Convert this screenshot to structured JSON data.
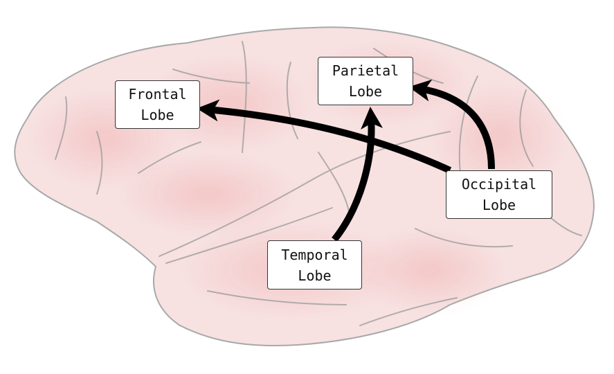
{
  "lobes": {
    "frontal": {
      "line1": "Frontal",
      "line2": "Lobe"
    },
    "parietal": {
      "line1": "Parietal",
      "line2": "Lobe"
    },
    "occipital": {
      "line1": "Occipital",
      "line2": "Lobe"
    },
    "temporal": {
      "line1": "Temporal",
      "line2": "Lobe"
    }
  },
  "connections": [
    {
      "from": "occipital",
      "to": "frontal"
    },
    {
      "from": "occipital",
      "to": "parietal"
    },
    {
      "from": "temporal",
      "to": "parietal"
    }
  ],
  "colors": {
    "brain_fill": "#f5d9d9",
    "brain_outline": "#a8a8a8",
    "arrow": "#000000"
  }
}
